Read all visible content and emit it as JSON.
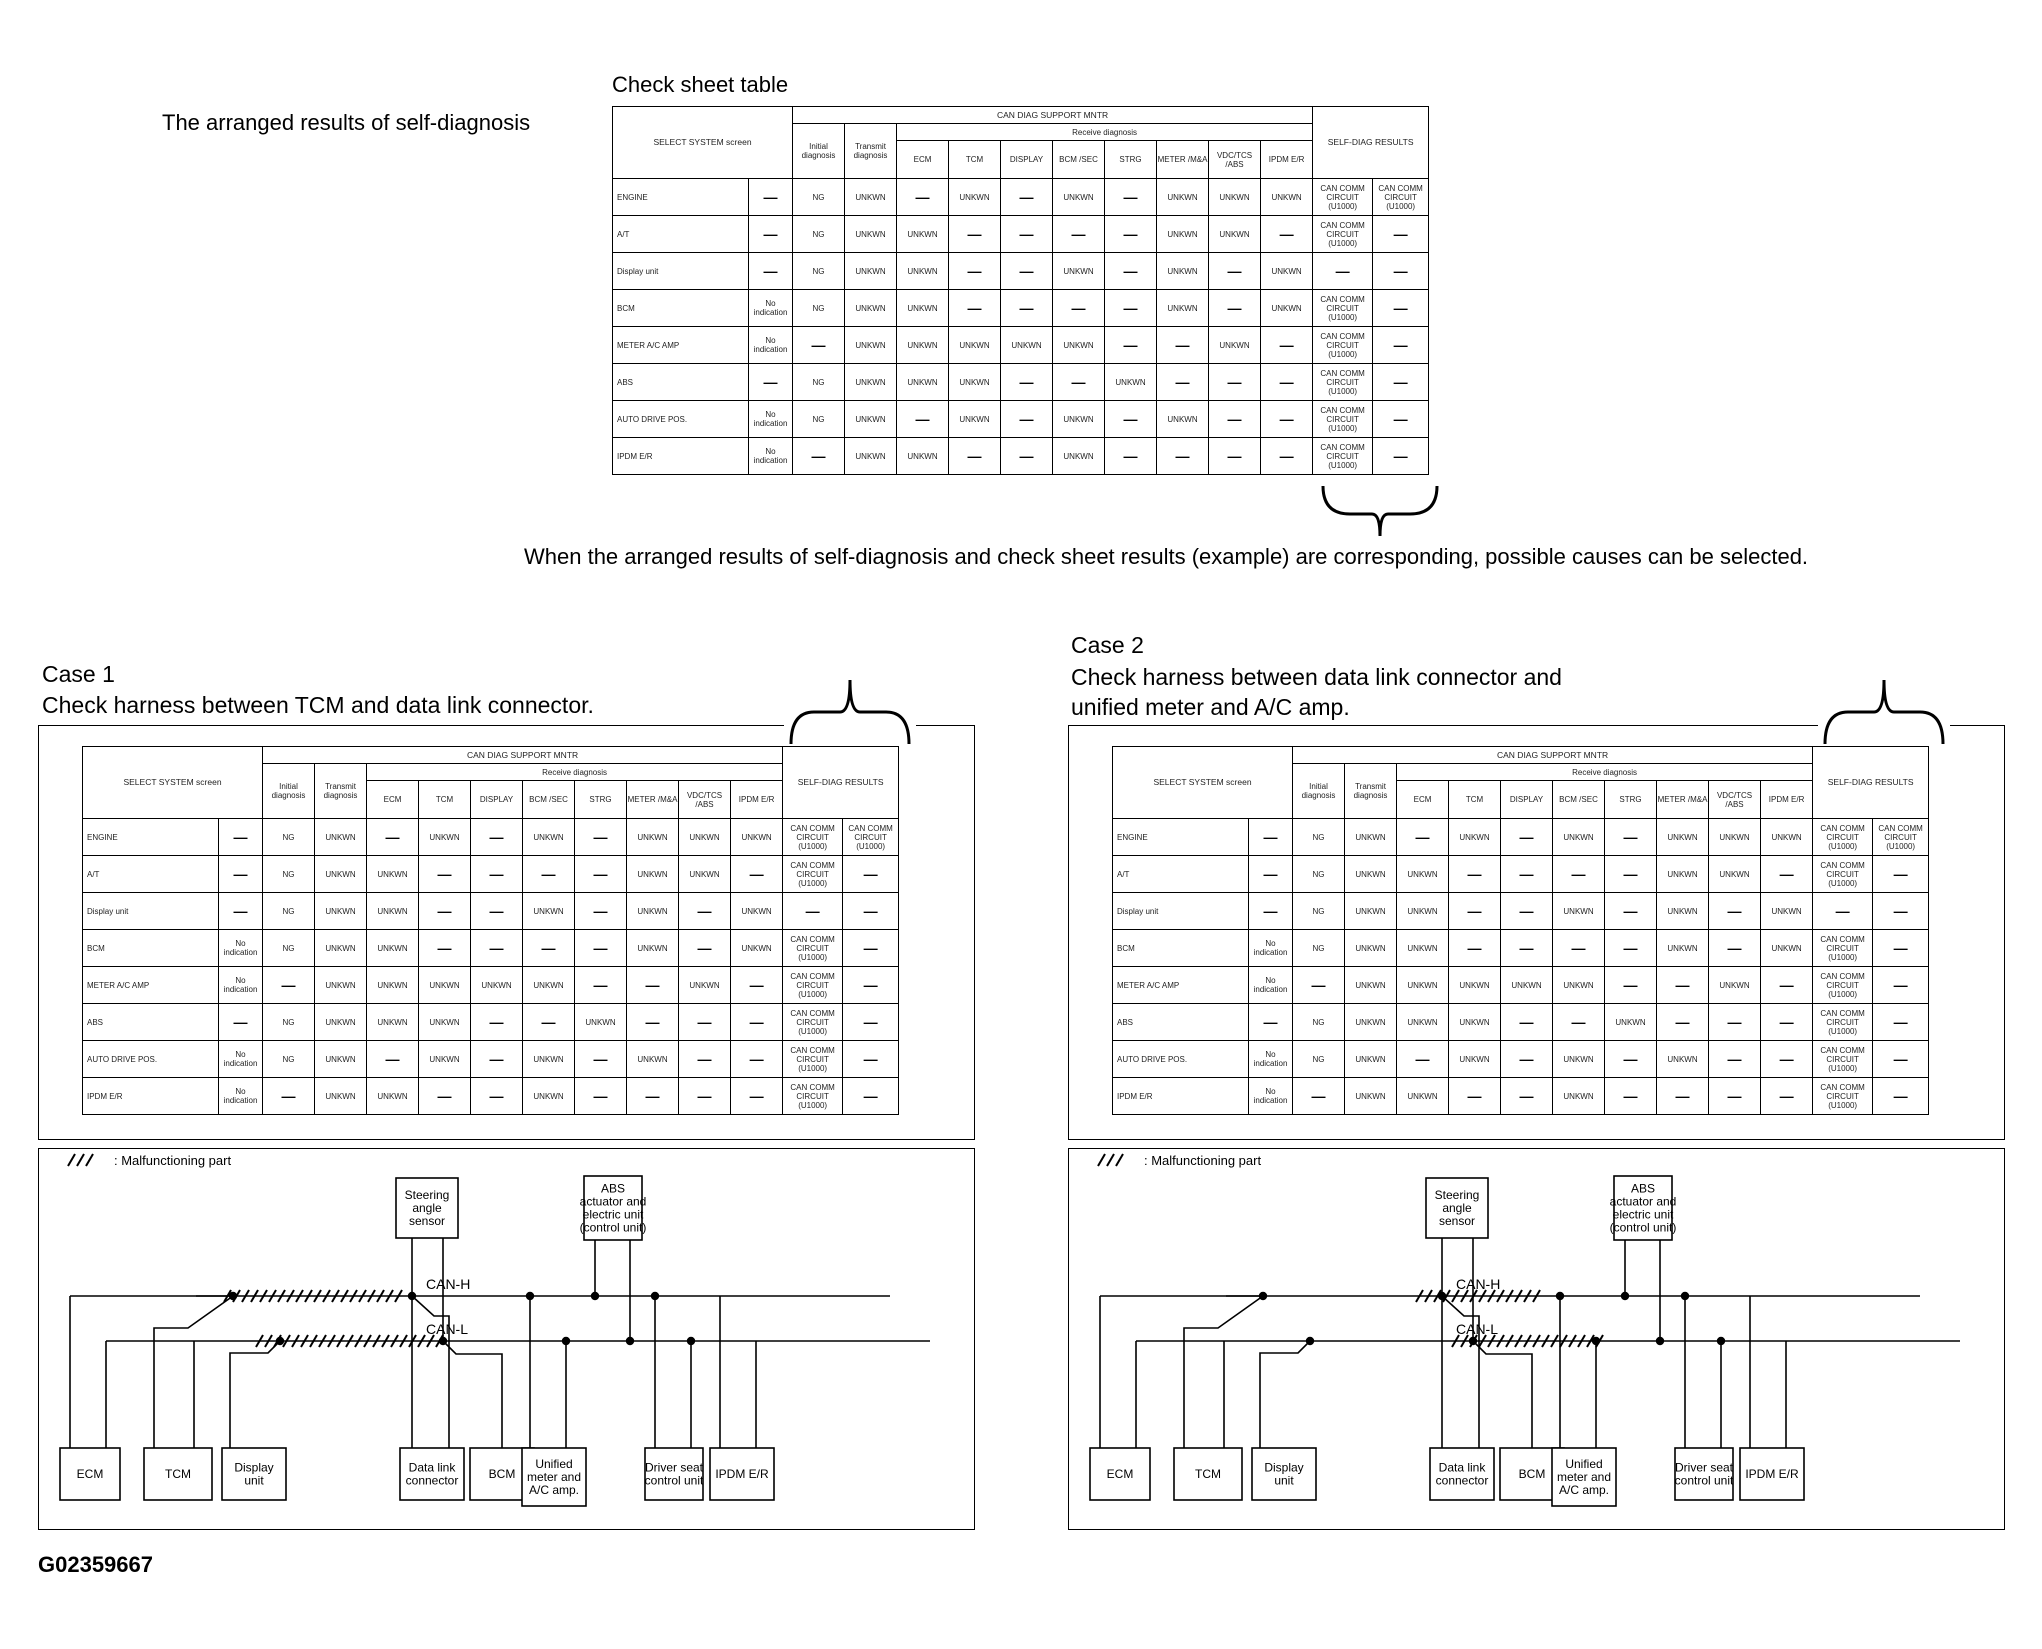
{
  "top": {
    "left_caption": "The arranged results of self-diagnosis",
    "table_title": "Check sheet table",
    "correspond_note": "When the arranged results of self-diagnosis and check sheet results (example) are corresponding, possible causes can be selected."
  },
  "table_headers": {
    "select_system": "SELECT SYSTEM screen",
    "can_diag_support": "CAN DIAG SUPPORT MNTR",
    "initial_diagnosis": "Initial diagnosis",
    "transmit_diagnosis": "Transmit diagnosis",
    "receive_diagnosis": "Receive diagnosis",
    "self_diag_results": "SELF-DIAG RESULTS",
    "receive_columns": [
      "ECM",
      "TCM",
      "DISPLAY",
      "BCM /SEC",
      "STRG",
      "METER /M&A",
      "VDC/TCS /ABS",
      "IPDM E/R"
    ]
  },
  "rows": [
    {
      "system": "ENGINE",
      "col1": "—",
      "initial": "NG",
      "transmit": "UNKWN",
      "receive": [
        "—",
        "UNKWN",
        "—",
        "UNKWN",
        "—",
        "UNKWN",
        "UNKWN",
        "UNKWN"
      ],
      "sd1": "CAN COMM CIRCUIT (U1000)",
      "sd2": "CAN COMM CIRCUIT (U1000)"
    },
    {
      "system": "A/T",
      "col1": "—",
      "initial": "NG",
      "transmit": "UNKWN",
      "receive": [
        "UNKWN",
        "—",
        "—",
        "—",
        "—",
        "UNKWN",
        "UNKWN",
        "—"
      ],
      "sd1": "CAN COMM CIRCUIT (U1000)",
      "sd2": "—"
    },
    {
      "system": "Display unit",
      "col1": "—",
      "initial": "NG",
      "transmit": "UNKWN",
      "receive": [
        "UNKWN",
        "—",
        "—",
        "UNKWN",
        "—",
        "UNKWN",
        "—",
        "UNKWN"
      ],
      "sd1": "—",
      "sd2": "—"
    },
    {
      "system": "BCM",
      "col1": "No indication",
      "initial": "NG",
      "transmit": "UNKWN",
      "receive": [
        "UNKWN",
        "—",
        "—",
        "—",
        "—",
        "UNKWN",
        "—",
        "UNKWN"
      ],
      "sd1": "CAN COMM CIRCUIT (U1000)",
      "sd2": "—"
    },
    {
      "system": "METER A/C AMP",
      "col1": "No indication",
      "initial": "—",
      "transmit": "UNKWN",
      "receive": [
        "UNKWN",
        "UNKWN",
        "UNKWN",
        "UNKWN",
        "—",
        "—",
        "UNKWN",
        "—"
      ],
      "sd1": "CAN COMM CIRCUIT (U1000)",
      "sd2": "—"
    },
    {
      "system": "ABS",
      "col1": "—",
      "initial": "NG",
      "transmit": "UNKWN",
      "receive": [
        "UNKWN",
        "UNKWN",
        "—",
        "—",
        "UNKWN",
        "—",
        "—",
        "—"
      ],
      "sd1": "CAN COMM CIRCUIT (U1000)",
      "sd2": "—"
    },
    {
      "system": "AUTO DRIVE POS.",
      "col1": "No indication",
      "initial": "NG",
      "transmit": "UNKWN",
      "receive": [
        "—",
        "UNKWN",
        "—",
        "UNKWN",
        "—",
        "UNKWN",
        "—",
        "—"
      ],
      "sd1": "CAN COMM CIRCUIT (U1000)",
      "sd2": "—"
    },
    {
      "system": "IPDM E/R",
      "col1": "No indication",
      "initial": "—",
      "transmit": "UNKWN",
      "receive": [
        "UNKWN",
        "—",
        "—",
        "UNKWN",
        "—",
        "—",
        "—",
        "—"
      ],
      "sd1": "CAN COMM CIRCUIT (U1000)",
      "sd2": "—"
    }
  ],
  "case1": {
    "title": "Case 1",
    "desc": "Check harness between TCM and data link connector."
  },
  "case2": {
    "title": "Case 2",
    "desc_line1": "Check harness between data link connector and",
    "desc_line2": "unified meter and A/C amp."
  },
  "diagram": {
    "legend": ": Malfunctioning part",
    "can_h": "CAN-H",
    "can_l": "CAN-L",
    "units": {
      "ecm": [
        "ECM"
      ],
      "tcm": [
        "TCM"
      ],
      "display": [
        "Display",
        "unit"
      ],
      "dlc": [
        "Data link",
        "connector"
      ],
      "bcm": [
        "BCM"
      ],
      "meter": [
        "Unified",
        "meter and",
        "A/C amp."
      ],
      "dseat": [
        "Driver seat",
        "control unit"
      ],
      "ipdm": [
        "IPDM E/R"
      ],
      "steering": [
        "Steering",
        "angle",
        "sensor"
      ],
      "abs": [
        "ABS",
        "actuator and",
        "electric unit",
        "(control unit)"
      ]
    }
  },
  "figure_id": "G02359667"
}
